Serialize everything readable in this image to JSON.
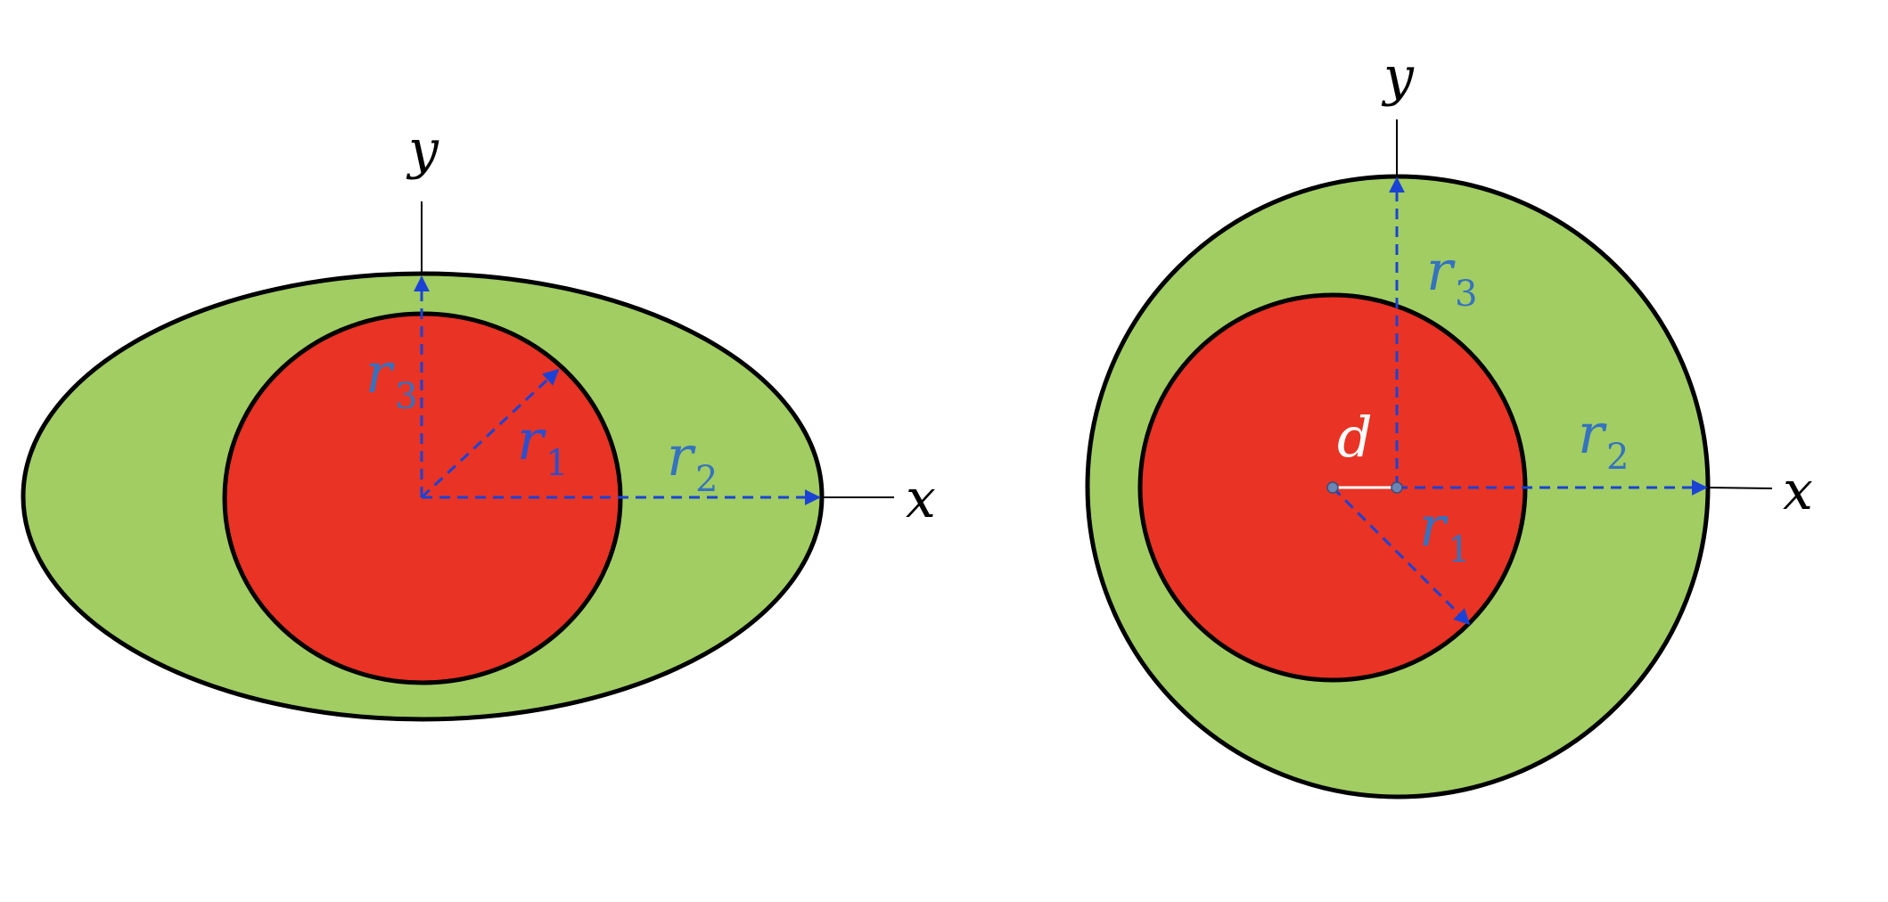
{
  "colors": {
    "outer_fill": "#a1cd62",
    "inner_fill": "#e93324",
    "outline": "#000000",
    "dashed_arrow": "#1a43d6",
    "label_blue": "#3572c0",
    "label_blue_dark": "#2a4fd0",
    "label_white": "#ffffff",
    "axis_label": "#000000"
  },
  "left_figure": {
    "axis_y_label": "y",
    "axis_x_label": "x",
    "r3": {
      "base": "r",
      "sub": "3"
    },
    "r1": {
      "base": "r",
      "sub": "1"
    },
    "r2": {
      "base": "r",
      "sub": "2"
    }
  },
  "right_figure": {
    "axis_y_label": "y",
    "axis_x_label": "x",
    "d_label": "d",
    "r3": {
      "base": "r",
      "sub": "3"
    },
    "r2": {
      "base": "r",
      "sub": "2"
    },
    "r1": {
      "base": "r",
      "sub": "1"
    }
  }
}
